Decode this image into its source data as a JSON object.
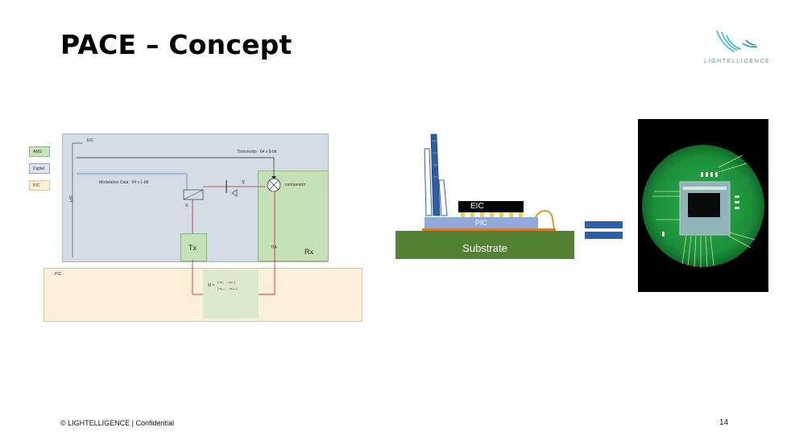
{
  "slide": {
    "title": "PACE – Concept",
    "footer": "© LIGHTELLIGENCE | Confidential",
    "page_number": "14",
    "logo_text": "LIGHTELLIGENCE"
  },
  "legend": {
    "items": [
      "AMS",
      "Digital",
      "PIC"
    ]
  },
  "block_diagram": {
    "eic_label": "EIC",
    "thresholds_label": "Thresholds : 64 x 8-bit",
    "modulation_label": "Modulation Data : 64 x 1-bit",
    "spi_label": "SPI",
    "comparator_label": "comparator",
    "s_label": "S",
    "s_prime_label": "S'",
    "tx_label": "Tx",
    "rx_label": "Rx",
    "tia_label": "TIA",
    "pic_label": "PIC"
  },
  "stack": {
    "substrate_label": "Substrate",
    "pic_label": "PIC",
    "eic_label": "EIC"
  },
  "colors": {
    "eic_bg": "#d4dce8",
    "pic_bg": "#fcf1d8",
    "ams_green": "#c6e0b8",
    "substrate_green": "#548235",
    "pic_blue": "#8fa9dc",
    "equals_blue": "#2e5ea6"
  }
}
